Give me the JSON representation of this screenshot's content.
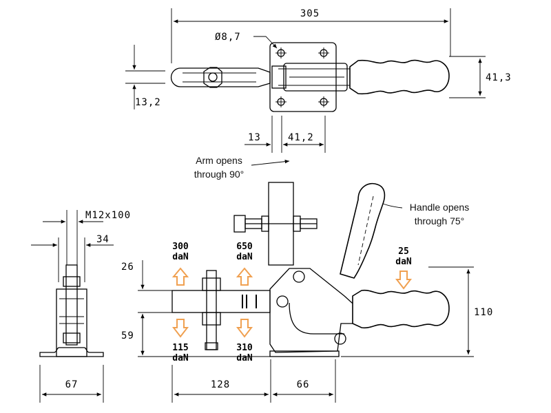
{
  "top_view": {
    "overall_length": "305",
    "hole_dia": "Ø8,7",
    "base_height": "41,3",
    "arm_offset": "13,2",
    "dim_13": "13",
    "dim_41_2": "41,2"
  },
  "notes": {
    "arm_open_1": "Arm opens",
    "arm_open_2": "through 90°",
    "handle_open_1": "Handle opens",
    "handle_open_2": "through 75°"
  },
  "end_view": {
    "thread": "M12x100",
    "dim_34": "34",
    "width": "67"
  },
  "side_view": {
    "dim_26": "26",
    "dim_59": "59",
    "height": "110",
    "dim_128": "128",
    "dim_66": "66"
  },
  "forces": {
    "f1_value": "300",
    "f1_unit": "daN",
    "f2_value": "650",
    "f2_unit": "daN",
    "f3_value": "25",
    "f3_unit": "daN",
    "f4_value": "115",
    "f4_unit": "daN",
    "f5_value": "310",
    "f5_unit": "daN"
  },
  "colors": {
    "force_arrow": "#f0a050",
    "line": "#000000"
  }
}
